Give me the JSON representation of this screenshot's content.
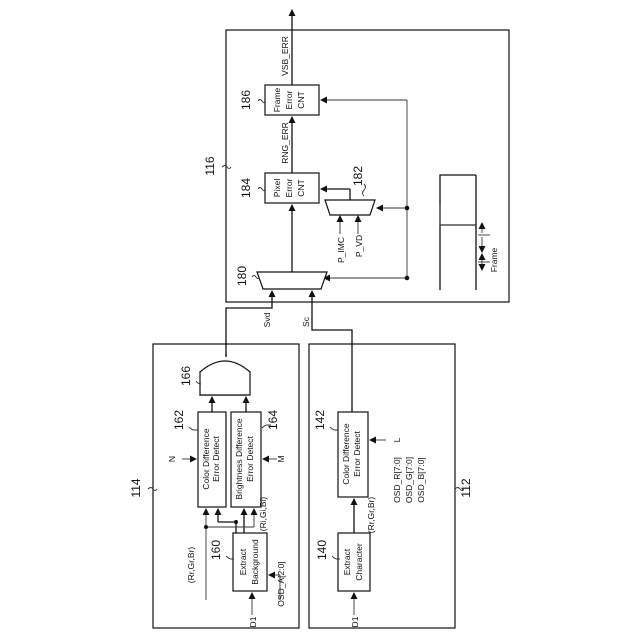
{
  "blocks": {
    "b116": {
      "ref": "116"
    },
    "b114": {
      "ref": "114"
    },
    "b112": {
      "ref": "112"
    },
    "b186": {
      "ref": "186",
      "lines": [
        "Frame",
        "Error",
        "CNT"
      ]
    },
    "b184": {
      "ref": "184",
      "lines": [
        "Pixel",
        "Error",
        "CNT"
      ]
    },
    "b182": {
      "ref": "182"
    },
    "b180": {
      "ref": "180"
    },
    "b166": {
      "ref": "166"
    },
    "b162": {
      "ref": "162",
      "lines": [
        "Color Difference",
        "Error Detect"
      ]
    },
    "b164": {
      "ref": "164",
      "lines": [
        "Brightness Difference",
        "Error Detect"
      ]
    },
    "b160": {
      "ref": "160",
      "lines": [
        "Extract",
        "Background"
      ]
    },
    "b142": {
      "ref": "142",
      "lines": [
        "Color Difference",
        "Error Detect"
      ]
    },
    "b140": {
      "ref": "140",
      "lines": [
        "Extract",
        "Character"
      ]
    }
  },
  "signals": {
    "vsb_err": "VSB_ERR",
    "rng_err": "RNG_ERR",
    "p_imc": "P_IMC",
    "p_vd": "P_VD",
    "frame": "Frame",
    "svd": "Svd",
    "sc": "Sc",
    "n": "N",
    "m": "M",
    "l": "L",
    "d1_top": "D1",
    "d1_bottom": "D1",
    "osd_a": "OSD_A[2:0]",
    "rrgrbr_top": "(Rr,Gr,Br)",
    "rigibi": "(Ri,Gi,Bi)",
    "rrgrbr_bottom": "(Rr,Gr,Br)",
    "osd_r": "OSD_R[7:0]",
    "osd_g": "OSD_G[7:0]",
    "osd_b": "OSD_B[7:0]"
  }
}
